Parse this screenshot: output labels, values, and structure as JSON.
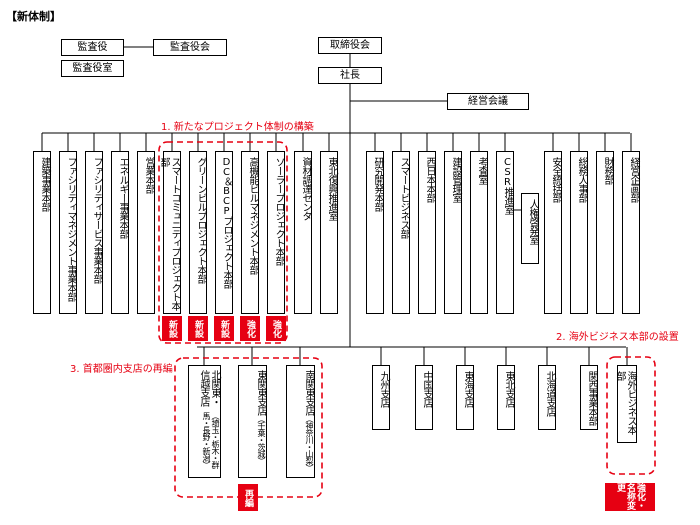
{
  "title": "【新体制】",
  "top": {
    "auditor": "監査役",
    "audit_board": "監査役会",
    "auditor_office": "監査役室",
    "board": "取締役会",
    "president": "社長",
    "management_council": "経営会議"
  },
  "departments": [
    "建築事業本部",
    "ファシリティマネジメント事業本部",
    "ファシリティサービス事業本部",
    "エネルギー事業本部",
    "営業本部",
    "スマートコミュニティプロジェクト本部",
    "グリーンビルプロジェクト本部",
    "DC＆BCPプロジェクト本部",
    "高機能ビルマネジメント本部",
    "ソーラープロジェクト本部",
    "資材調達センタ",
    "東北復興推進室",
    "研究開発本部",
    "スマートビジネス部",
    "西日本本部",
    "建設管理室",
    "考査室",
    "CSR推進室",
    "安全統括部",
    "総務人事部",
    "財務部",
    "経営企画部"
  ],
  "sub_departments": {
    "human_rights": "人権啓発室"
  },
  "project_tags": [
    "新設",
    "新設",
    "新設",
    "強化",
    "強化"
  ],
  "branches": [
    {
      "name": "北関東・信越支店",
      "note": "（埼玉・栃木・群馬・長野・新潟）"
    },
    {
      "name": "東関東支店",
      "note": "（千葉・茨城）"
    },
    {
      "name": "南関東支店",
      "note": "（神奈川・山梨）"
    },
    {
      "name": "九州支店",
      "note": ""
    },
    {
      "name": "中国支店",
      "note": ""
    },
    {
      "name": "東海支店",
      "note": ""
    },
    {
      "name": "東北支店",
      "note": ""
    },
    {
      "name": "北海道支店",
      "note": ""
    },
    {
      "name": "関西事業本部",
      "note": ""
    },
    {
      "name": "海外ビジネス本部",
      "note": ""
    }
  ],
  "branch_tags": {
    "reorg": "再編",
    "overseas": "強化・名称変更"
  },
  "annotations": {
    "project_system": "1. 新たなプロジェクト体制の構築",
    "overseas": "2. 海外ビジネス本部の設置",
    "metro": "3. 首都圏内支店の再編"
  },
  "colors": {
    "accent": "#e60012",
    "line": "#000000"
  }
}
